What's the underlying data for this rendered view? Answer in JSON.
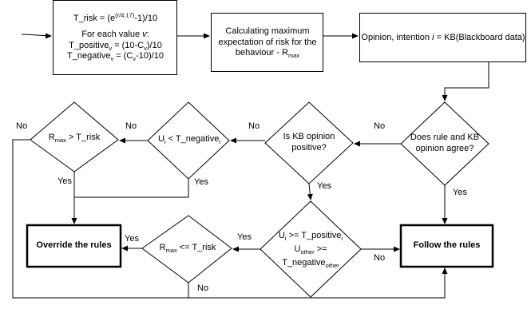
{
  "boxes": {
    "thresholds": {
      "line1_pre": "T_risk = (e",
      "line1_sup": "(r/4.17)",
      "line1_post": "-1)/10",
      "line2": "For each value ",
      "line2_var": "v",
      "line2_post": ":",
      "line3_pre": "T_positive",
      "line3_sub": "v",
      "line3_mid": " = (10-C",
      "line3_sub2": "v",
      "line3_post": ")/10",
      "line4_pre": "T_negative",
      "line4_sub": "v",
      "line4_mid": " = (C",
      "line4_sub2": "v",
      "line4_post": "-10)/10"
    },
    "calc_rmax": {
      "line1": "Calculating maximum",
      "line2": "expectation of risk for the",
      "line3_pre": "behaviour - R",
      "line3_sub": "max"
    },
    "opinion": {
      "pre": "Opinion, intention ",
      "var": "i",
      "post": " = KB(Blackboard data)"
    },
    "override": "Override the rules",
    "follow": "Follow the rules"
  },
  "decisions": {
    "agree": {
      "line1": "Does rule and KB",
      "line2": "opinion agree?"
    },
    "kb_positive": {
      "line1": "Is KB opinion",
      "line2": "positive?"
    },
    "u_less": {
      "pre": "U",
      "sub": "i",
      "mid": " < T_negative",
      "sub2": "i"
    },
    "rmax_gt": {
      "pre": "R",
      "sub": "max",
      "post": " > T_risk"
    },
    "u_ge": {
      "l1_pre": "U",
      "l1_sub": "i",
      "l1_post": " >= T_positive",
      "l1_sub2": "i",
      "l2_pre": "U",
      "l2_sub": "other",
      "l2_post": " >=",
      "l3_pre": "T_negative",
      "l3_sub": "other"
    },
    "rmax_le": {
      "pre": "R",
      "sub": "max",
      "post": " <= T_risk"
    }
  },
  "labels": {
    "no_agree": "No",
    "yes_agree": "Yes",
    "no_kbpos": "No",
    "yes_kbpos": "Yes",
    "no_uless": "No",
    "yes_uless": "Yes",
    "no_rmaxgt": "No",
    "yes_rmaxgt": "Yes",
    "yes_uge": "Yes",
    "no_uge": "No",
    "yes_rmaxle": "Yes",
    "no_rmaxle": "No"
  }
}
